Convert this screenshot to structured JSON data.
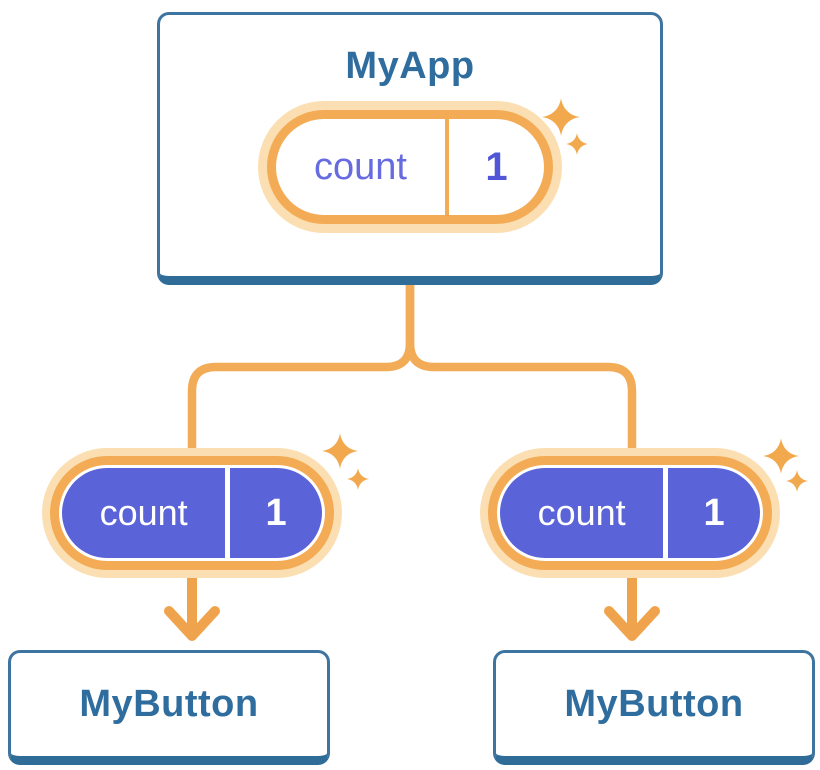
{
  "diagram": {
    "root": {
      "name": "MyApp",
      "state": {
        "label": "count",
        "value": "1"
      }
    },
    "children": [
      {
        "name": "MyButton",
        "state": {
          "label": "count",
          "value": "1"
        }
      },
      {
        "name": "MyButton",
        "state": {
          "label": "count",
          "value": "1"
        }
      }
    ]
  },
  "icons": {
    "sparkle": "sparkle-icon"
  },
  "colors": {
    "card_border": "#3E74A0",
    "card_edge": "#2F6D98",
    "card_text": "#2E6D9E",
    "pill_orange": "#F3AC55",
    "pill_halo": "#FBDFB2",
    "state_fill": "#5A64D8",
    "state_text_light": "#FFFFFF",
    "state_text_purple": "#676BE0",
    "connector": "#F2AC57",
    "background": "#FFFFFF"
  }
}
